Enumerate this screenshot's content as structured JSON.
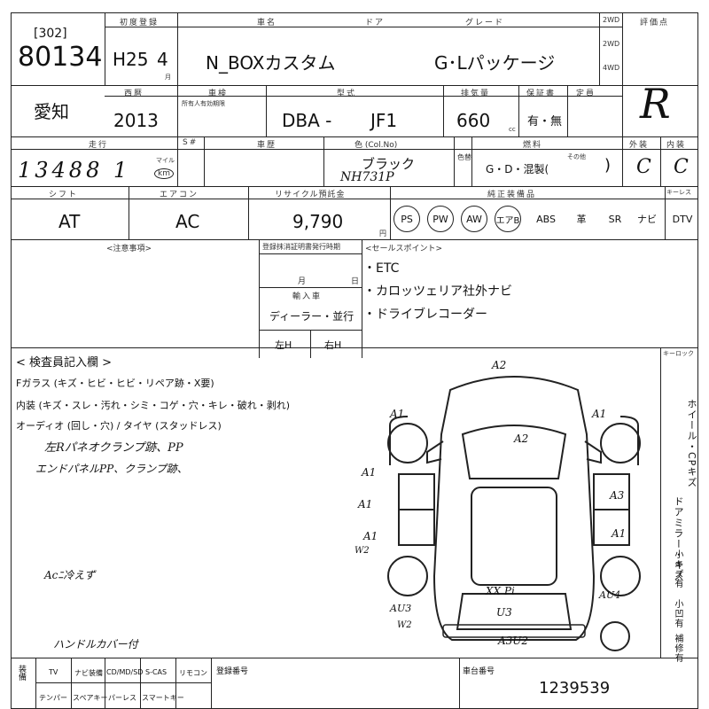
{
  "header": {
    "top_title": "",
    "lot_code": "[302]",
    "lot_number": "80134",
    "model_year": "H25",
    "model_month": "4",
    "car_name": "N_BOXカスタム",
    "grade": "G･Lパッケージ",
    "labels": {
      "year": "初度登録",
      "car_name": "車名",
      "door": "ドア",
      "grade": "グレード",
      "evaluation": "評価点",
      "month_unit": "月",
      "drive_2wd": "2WD",
      "drive_4wd": "4WD"
    },
    "evaluation_score": "R"
  },
  "row2": {
    "region": "愛知",
    "labels": {
      "year": "西暦",
      "inspection": "車検",
      "model_type": "型式",
      "displacement": "排気量",
      "recycle": "保証書",
      "capacity": "定員"
    },
    "year": "2013",
    "inspection_note": "所有人有効期限",
    "model_prefix": "DBA -",
    "model_code": "JF1",
    "displacement": "660",
    "cc_unit": "cc",
    "warranty": "有・無"
  },
  "row3": {
    "labels": {
      "mileage": "走行",
      "sno": "S#",
      "history": "車歴",
      "color": "色 (Col.No)",
      "fuel": "燃料",
      "exterior": "外装",
      "interior": "内装",
      "change": "色替"
    },
    "mileage": "13488 1",
    "mileage_units_top": "マイル",
    "mileage_units_bottom": "km",
    "color_name": "ブラック",
    "color_code": "NH731P",
    "fuel_options": "G・D・混製(",
    "fuel_other": "その他",
    "exterior_grade": "C",
    "interior_grade": "C"
  },
  "row4": {
    "labels": {
      "shift": "シフト",
      "aircon": "エアコン",
      "recycle_fee": "リサイクル預託金",
      "equipment": "純正装備品",
      "keyless": "キーレス"
    },
    "shift": "AT",
    "aircon": "AC",
    "recycle_fee": "9,790",
    "yen_unit": "円",
    "equipment": [
      "PS",
      "PW",
      "AW",
      "エアB",
      "ABS",
      "革",
      "SR",
      "ナビ",
      "DTV"
    ]
  },
  "notes": {
    "attention_label": "<注意事項>",
    "registration_label": "登録抹消証明書発行時期",
    "month_label": "月",
    "day_label": "日",
    "import_label": "輸入車",
    "import_value": "ディーラー・並行",
    "handle_left": "左H",
    "handle_right": "右H",
    "sales_points_label": "<セールスポイント>",
    "sales_points": [
      "・ETC",
      "・カロッツェリア社外ナビ",
      "・ドライブレコーダー"
    ]
  },
  "inspection": {
    "label": "< 検査員記入欄 >",
    "key_label": "キーロック",
    "lines": [
      "Fガラス (キズ・ヒビ・ヒビ・リペア跡・X要)",
      "内装 (キズ・スレ・汚れ・シミ・コゲ・穴・キレ・破れ・剥れ)",
      "オーディオ (回し・穴) / タイヤ (スタッドレス)"
    ],
    "handwritten_1": "左Rパネオクランプ跡、PP",
    "handwritten_2": "エンドパネルPP、クランプ跡、",
    "handwritten_3": "Acﾆ冷えず",
    "handwritten_4": "ハンドルカバー付",
    "side_vertical_1": "ホイール・CPキズ",
    "side_vertical_2": "ドアミラー・キズ",
    "side_vertical_3": "小キズ有",
    "side_vertical_4": "小凹有",
    "side_vertical_5": "補修有"
  },
  "damage_marks": {
    "top": "A2",
    "front_left": "A1",
    "front_right": "A1",
    "hood": "A2",
    "left_front_door": "A1",
    "left_rear_door": "A1",
    "left_rear_door2": "A1",
    "left_w": "W2",
    "right_rear": "A3",
    "right_rear_door": "A1",
    "rear_right": "AU4",
    "rear_note": "XX Pi",
    "rear_u3": "U3",
    "rear_left": "AU3",
    "rear_w2": "W2",
    "bottom": "A3U2"
  },
  "footer": {
    "labels": {
      "col1": "装備",
      "tv": "TV",
      "navi": "ナビ装備",
      "cd": "CD/MD/SD",
      "tapes": "テンパー",
      "spare": "スペアキー",
      "scas": "S-CAS",
      "remote": "リモコン",
      "pw": "スマートキー",
      "other": "パーレス",
      "reg_no": "登録番号",
      "chassis_no": "車台番号"
    },
    "chassis_number": "1239539"
  }
}
